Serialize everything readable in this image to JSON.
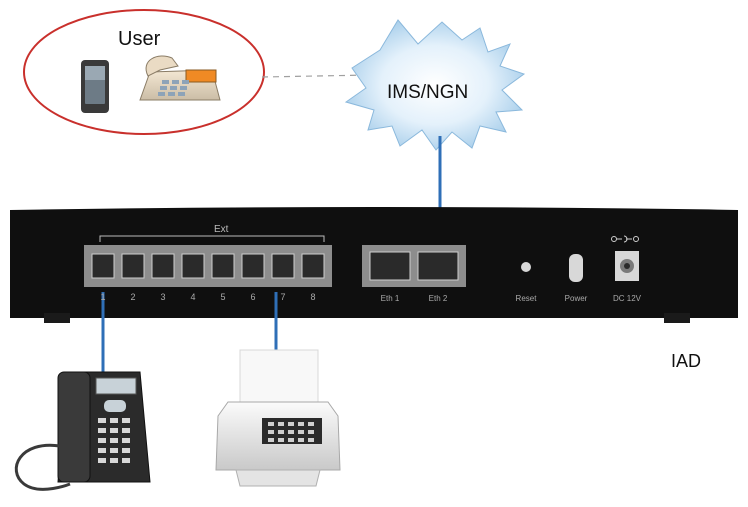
{
  "user_group": {
    "label": "User"
  },
  "cloud": {
    "label": "IMS/NGN"
  },
  "device": {
    "label": "IAD",
    "ext_label": "Ext",
    "ext_ports": [
      "1",
      "2",
      "3",
      "4",
      "5",
      "6",
      "7",
      "8"
    ],
    "eth_ports": [
      "Eth 1",
      "Eth 2"
    ],
    "reset_label": "Reset",
    "power_label": "Power",
    "dc_label": "DC 12V"
  }
}
